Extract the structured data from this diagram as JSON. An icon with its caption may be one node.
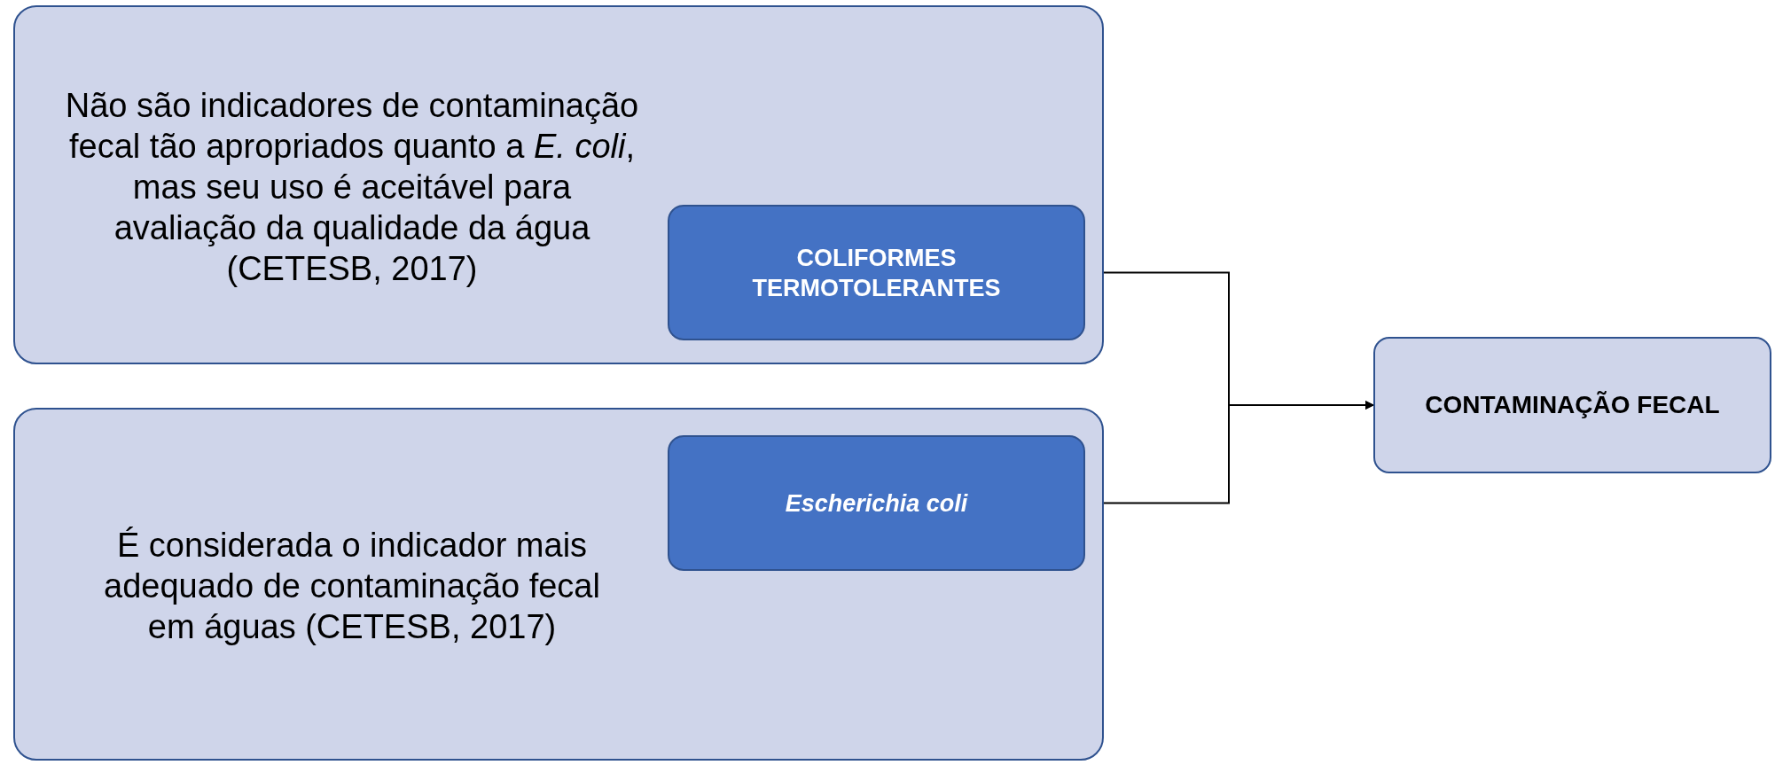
{
  "diagram": {
    "nodes": [
      {
        "text": [
          "Não são indicadores de contaminação fecal tão apropriados quanto a *E. coli*, mas seu uso é aceitável para avaliação da qualidade da água (CETESB, 2017)"
        ]
      },
      {
        "text": [
          "COLIFORMES TERMOTOLERANTES"
        ],
        "in": 0
      },
      {
        "text": [
          "É considerada o indicador mais adequado de contaminação fecal em águas (CETESB, 2017)"
        ]
      },
      {
        "text": [
          "Escherichia coli"
        ],
        "in": 2
      },
      {
        "text": [
          "CONTAMINAÇÃO FECAL"
        ]
      }
    ],
    "edges": [
      {
        "from": 1,
        "to": 4,
        "arrow": "to"
      },
      {
        "from": 3,
        "to": 4,
        "arrow": "to"
      }
    ]
  }
}
